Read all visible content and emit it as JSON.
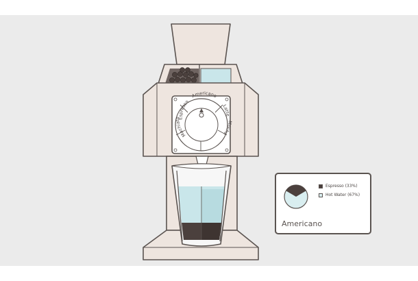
{
  "dial": {
    "options": [
      "Americano",
      "Latte",
      "Mocha",
      "Machiato",
      "Espresso"
    ],
    "selected": "Americano"
  },
  "panel": {
    "title": "Americano",
    "legend": [
      {
        "label": "Espresso (33%)",
        "fraction": 0.33,
        "color": "#4b403d"
      },
      {
        "label": "Hot Water (67%)",
        "fraction": 0.67,
        "color": "#d9eef0"
      }
    ]
  },
  "colors": {
    "background": "#ebebeb",
    "machine_body": "#eee5df",
    "outline": "#5a5350",
    "coffee": "#4b403d",
    "water": "#c9e6ea",
    "cup": "#f3f3f3"
  }
}
